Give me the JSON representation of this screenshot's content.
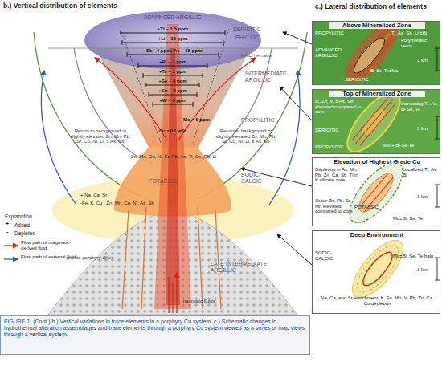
{
  "diagram": {
    "caption": "FIGURE 1. (Cont.) b.) Vertical variations in trace elements in a porphyry Cu system. c.) Schematic changes in hydrothermal alteration assemblages and trace elements through a porphyry Cu system viewed as a series of map views through a vertical system.",
    "nodes": [
      {
        "text": [
          "Above Mineralized Zone",
          "PROPYLITIC",
          "Tl, As, Sb, Li ±Bi",
          "Polymetallic veins",
          "ADVANCED ARGILLIC",
          "Bi-Se-Te±Mo",
          "SERICITIC",
          "1 km"
        ]
      },
      {
        "text": [
          "Top of Mineralized Zone",
          "Li, Zn, V, ± As, Sb elevated compared to core",
          "Increasing Tl, As, Bi Se, Te",
          "SERICITIC",
          "PROPYLITIC",
          "Mo + Bi-Se-Te",
          "1 km"
        ]
      },
      {
        "text": [
          "Elevation of Highest Grade Cu",
          "Depletion in As, Mn, Pb, Zn, Ca, Sb, Tl in K silicate core",
          "Localized Tl, As, Bi",
          "Outer Zn, Pb, Sr, Mn elevated compared to core",
          "POTASSIC",
          "Mo±Bi, Se, Te",
          "1 km"
        ]
      },
      {
        "text": [
          "Deep Environment",
          "SODIC-CALCIC",
          "Mo±Bi, Se, Te halo",
          "Na, Ca, and Sr enrichment, K, Fe, Mn, V, Pb, Zn, Ca, Cu depletion",
          "1 km"
        ]
      }
    ],
    "labels": [
      "b.) Vertical distribution of elements",
      "c.) Lateral distribution of elements",
      "ADVANCED ARGILLIC",
      "SERICITIC",
      "PHYLLIC",
      "spec. hematite",
      "INTERMEDIATE ARGILLIC",
      "PROPYLITIC",
      "+Tl ~ 1.5 ppm",
      "+Li ~ 15 ppm",
      "+Sb ~4 ppm; As ~ 55 ppm",
      "+Bi ~ 1 ppm",
      "+Te ~ 1 ppm",
      "+Se ~ 4 ppm",
      "+Sn ~ 4 ppm",
      "+W ~ 5 ppm",
      "Mo > 5 ppm",
      "Cu > 0.1 wt%",
      "Return to background or slightly elevated Zn, Mn, Pb, Sr, Co, Ni, Li, ± As, Sb",
      "Return to background or slightly elevated Zn, Mn, Pb, Sr, Co, Ni, Li, ± As, Sb",
      "-Zn, Mn, Cu, Ni, Sr, Pb, As, Tl, Cs, Rb, Li",
      "POTASSIC",
      "SODIC-CALCIC",
      "+ Na, Ca, Sr",
      "-Fe, K, Cu , Zn, Mn, Co, Ni, As, Sb",
      "granite porphyry dikes",
      "magmatic fluids",
      "LATE INTERMEDIATE ARGILLIC",
      "Explanation",
      "+",
      "-"
    ],
    "legend": [
      {
        "text": "Added"
      },
      {
        "text": "Depleted"
      },
      {
        "text": "Flow path of magmatic-derived fluid"
      },
      {
        "text": "Flow path of external fluid"
      }
    ]
  }
}
